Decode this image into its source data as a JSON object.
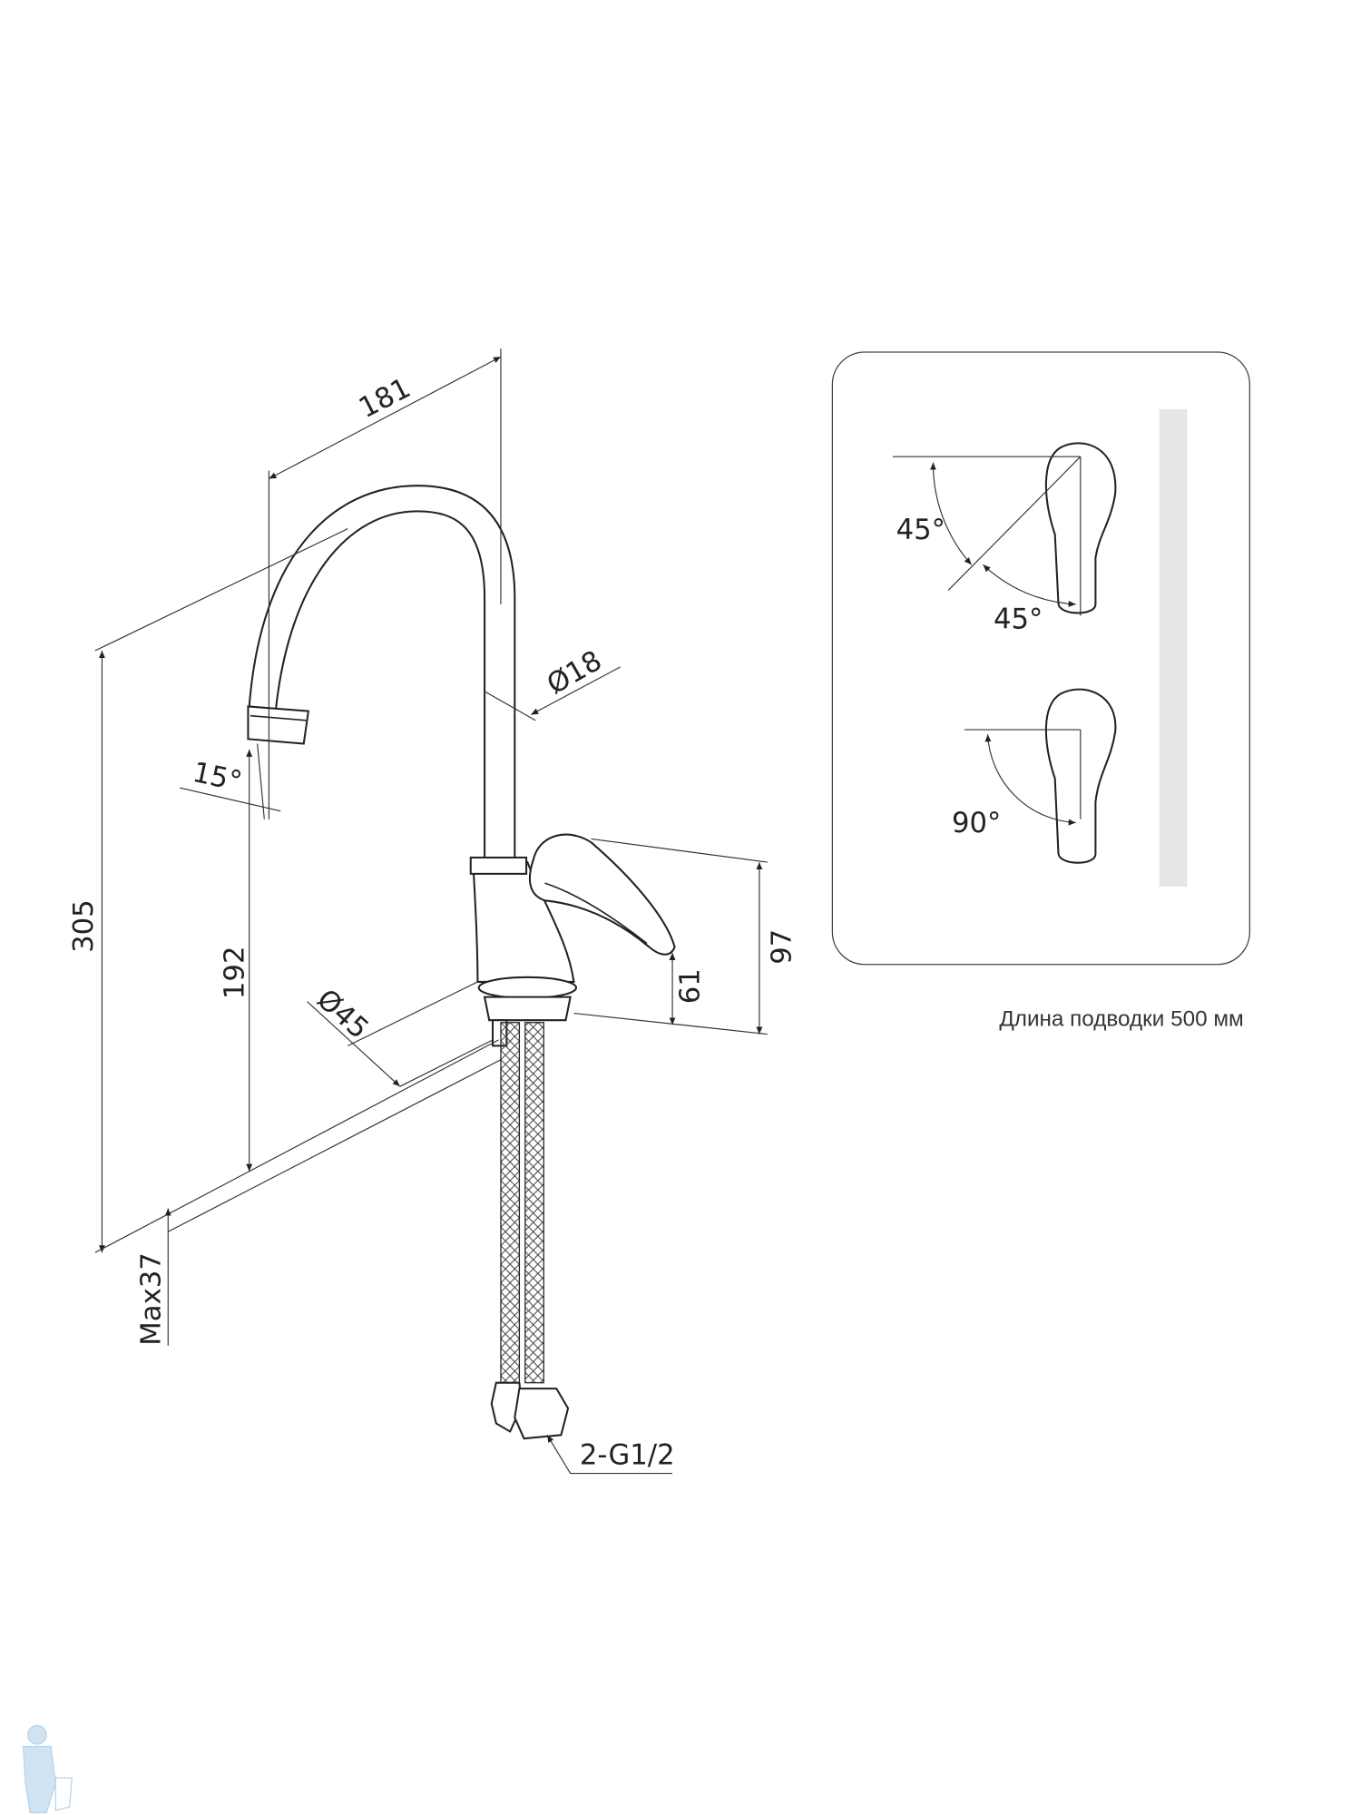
{
  "dimensions": {
    "spout_reach": "181",
    "total_height": "305",
    "spout_height": "192",
    "spout_angle": "15°",
    "spout_diameter": "Ø18",
    "base_diameter": "Ø45",
    "handle_height_low": "61",
    "handle_height_high": "97",
    "max_countertop": "Max37",
    "connection": "2-G1/2"
  },
  "rotation_panel": {
    "angle_top_1": "45°",
    "angle_top_2": "45°",
    "angle_bottom": "90°"
  },
  "caption": "Длина подводки 500 мм"
}
